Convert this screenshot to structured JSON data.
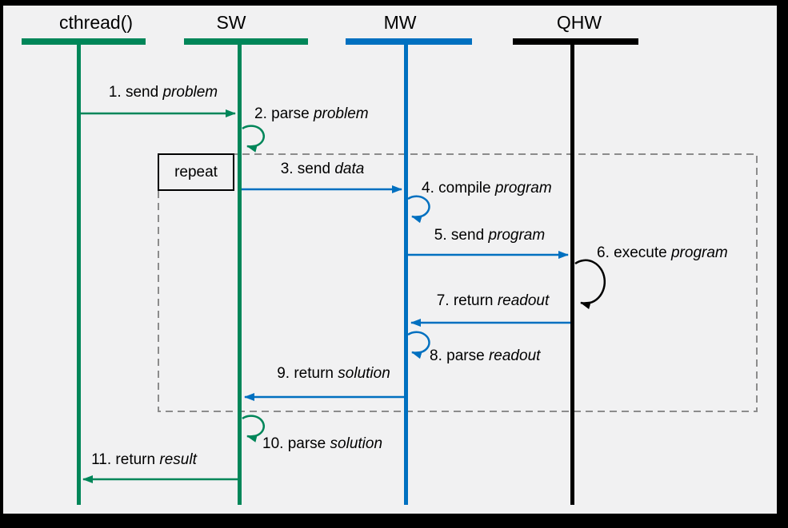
{
  "diagram": {
    "type": "sequence-diagram",
    "description_visible_only": "four lifelines with numbered messages and a repeat fragment"
  },
  "colors": {
    "green": "#008659",
    "blue": "#0070C0",
    "black": "#000000",
    "background": "#F1F1F2",
    "frame": "#000000",
    "fragment_dash": "#8C8C8C",
    "text": "#000000"
  },
  "actors": [
    {
      "label": "cthread()",
      "color": "#008659"
    },
    {
      "label": "SW",
      "color": "#008659"
    },
    {
      "label": "MW",
      "color": "#0070C0"
    },
    {
      "label": "QHW",
      "color": "#000000"
    }
  ],
  "fragment": {
    "label": "repeat"
  },
  "messages": [
    {
      "prefix": "1. send",
      "object": "problem",
      "type": "arrow",
      "from": "cthread()",
      "to": "SW",
      "color": "#008659"
    },
    {
      "prefix": "2. parse",
      "object": "problem",
      "type": "self",
      "from": "SW",
      "to": "SW",
      "color": "#008659"
    },
    {
      "prefix": "3. send",
      "object": "data",
      "type": "arrow",
      "from": "SW",
      "to": "MW",
      "color": "#0070C0"
    },
    {
      "prefix": "4. compile",
      "object": "program",
      "type": "self",
      "from": "MW",
      "to": "MW",
      "color": "#0070C0"
    },
    {
      "prefix": "5. send",
      "object": "program",
      "type": "arrow",
      "from": "MW",
      "to": "QHW",
      "color": "#0070C0"
    },
    {
      "prefix": "6. execute",
      "object": "program",
      "type": "self",
      "from": "QHW",
      "to": "QHW",
      "color": "#000000"
    },
    {
      "prefix": "7. return",
      "object": "readout",
      "type": "arrow",
      "from": "QHW",
      "to": "MW",
      "color": "#0070C0"
    },
    {
      "prefix": "8. parse",
      "object": "readout",
      "type": "self",
      "from": "MW",
      "to": "MW",
      "color": "#0070C0"
    },
    {
      "prefix": "9. return",
      "object": "solution",
      "type": "arrow",
      "from": "MW",
      "to": "SW",
      "color": "#0070C0"
    },
    {
      "prefix": "10. parse",
      "object": "solution",
      "type": "self",
      "from": "SW",
      "to": "SW",
      "color": "#008659"
    },
    {
      "prefix": "11. return",
      "object": "result",
      "type": "arrow",
      "from": "SW",
      "to": "cthread()",
      "color": "#008659"
    }
  ]
}
